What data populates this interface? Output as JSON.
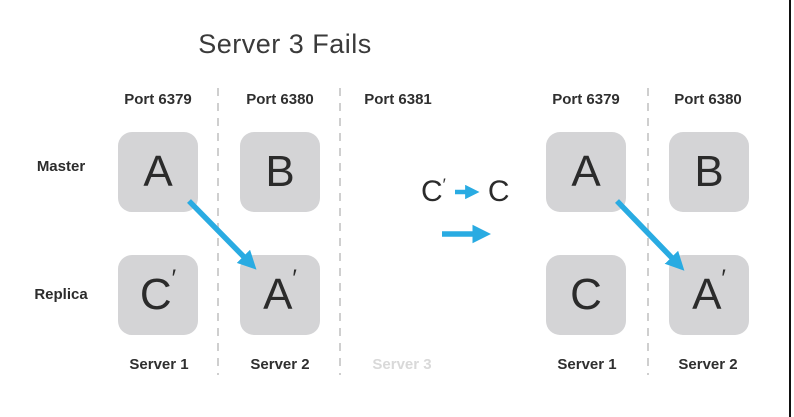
{
  "title": "Server 3 Fails",
  "colors": {
    "accent-blue": "#29abe2",
    "box-gray": "#d4d4d6",
    "dash-gray": "#cfcfcf",
    "muted-gray": "#d9d9d9",
    "border-black": "#111111"
  },
  "left_diagram": {
    "master_label": "Master",
    "replica_label": "Replica",
    "columns": [
      {
        "port": "Port 6379",
        "server": "Server 1",
        "master": {
          "letter": "A",
          "prime": ""
        },
        "replica": {
          "letter": "C",
          "prime": "′"
        }
      },
      {
        "port": "Port 6380",
        "server": "Server 2",
        "master": {
          "letter": "B",
          "prime": ""
        },
        "replica": {
          "letter": "A",
          "prime": "′"
        }
      },
      {
        "port": "Port 6381",
        "server": "Server 3",
        "failed": true
      }
    ]
  },
  "transition": {
    "from": {
      "letter": "C",
      "prime": "′"
    },
    "to": {
      "letter": "C",
      "prime": ""
    }
  },
  "right_diagram": {
    "columns": [
      {
        "port": "Port 6379",
        "server": "Server 1",
        "master": {
          "letter": "A",
          "prime": ""
        },
        "replica": {
          "letter": "C",
          "prime": ""
        }
      },
      {
        "port": "Port 6380",
        "server": "Server 2",
        "master": {
          "letter": "B",
          "prime": ""
        },
        "replica": {
          "letter": "A",
          "prime": "′"
        }
      }
    ]
  }
}
